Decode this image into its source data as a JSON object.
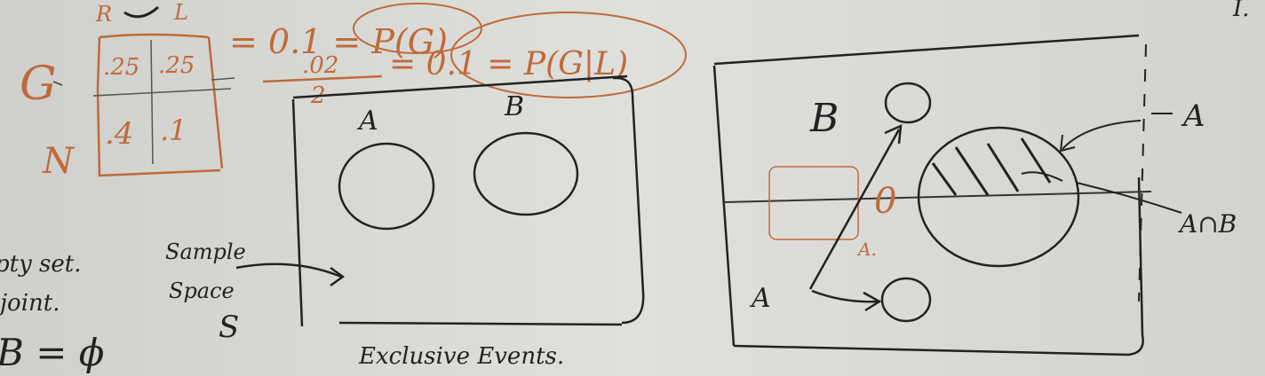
{
  "left_notes": {
    "row_labels": [
      "G",
      "N"
    ],
    "col_labels": [
      "R",
      "L"
    ],
    "table_values": [
      ".25",
      ".25",
      ".4",
      ".1"
    ],
    "eq1": "= 0.1 = P(G)",
    "eq2_num": ".02",
    "eq2_den": "2",
    "eq2_rest": "= 0.1 = P(G|L)",
    "partial_lines": [
      "pty set.",
      "joint.",
      "B = ϕ"
    ]
  },
  "middle_diagram": {
    "label_a": "A",
    "label_b": "B",
    "sample_space_label_1": "Sample",
    "sample_space_label_2": "Space",
    "sample_space_symbol": "S",
    "caption": "Exclusive Events."
  },
  "right_diagram": {
    "label_b": "B",
    "label_a_left": "A",
    "label_a_right": "A",
    "label_intersection": "A∩B",
    "orange_a": "A.",
    "orange_zero": "0",
    "corner_mark": "I."
  },
  "colors": {
    "ink_black": "#222222",
    "ink_orange": "#c06a3a",
    "board": "#d9dad6"
  }
}
